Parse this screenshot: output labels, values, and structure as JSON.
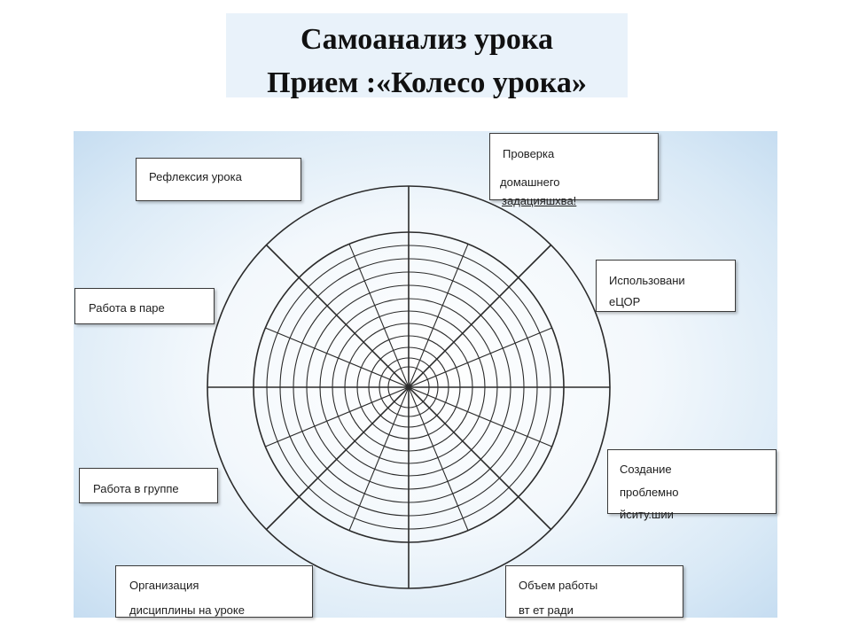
{
  "title": {
    "line1": "Самоанализ урока",
    "line2": "Прием :«Колесо урока»"
  },
  "labels": {
    "reflection": {
      "lines": [
        "Рефлексия урока"
      ]
    },
    "homework": {
      "lines": [
        "Проверка",
        "домашнего",
        "задацияшхва!"
      ]
    },
    "digital_resources": {
      "lines": [
        "Использовани",
        "еЦОР"
      ]
    },
    "pair_work": {
      "lines": [
        "Работа в паре"
      ]
    },
    "problem_situation": {
      "lines": [
        "Создание",
        "проблемно",
        "йситу.шии"
      ]
    },
    "group_work": {
      "lines": [
        "Работа в группе"
      ]
    },
    "discipline": {
      "lines": [
        "Организация",
        "дисциплины на уроке"
      ]
    },
    "work_volume": {
      "lines": [
        "Объем работы",
        "вт ет ради"
      ]
    }
  },
  "colors": {
    "title_background": "#e9f2fa",
    "panel_edge": "#c6ddf1",
    "wheel_stroke": "#2b2b2b"
  }
}
